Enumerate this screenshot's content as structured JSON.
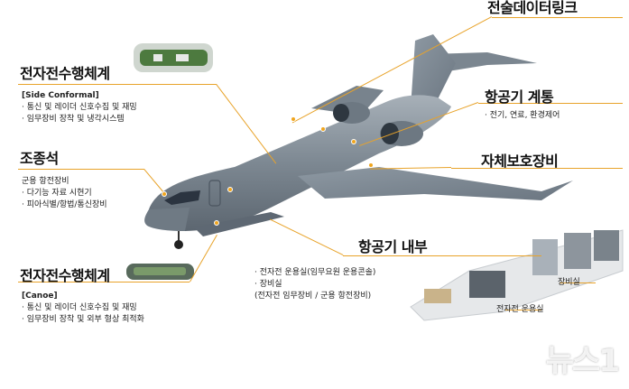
{
  "labels": {
    "datalink": "전술데이터링크",
    "ew_top": "전자전수행체계",
    "avionics": "항공기 계통",
    "cockpit": "조종석",
    "self_protect": "자체보호장비",
    "interior": "항공기 내부",
    "ew_bottom": "전자전수행체계"
  },
  "ew_top_detail": {
    "title": "[Side Conformal]",
    "line1": "· 통신 및 레이더 신호수집 및 재밍",
    "line2": "· 임무장비 장착 및 냉각시스템"
  },
  "avionics_detail": {
    "line1": "· 전기, 연료, 환경제어"
  },
  "cockpit_detail": {
    "title": "군용 항전장비",
    "line1": "· 다기능 자료 시현기",
    "line2": "· 피아식별/항법/통신장비"
  },
  "ew_bottom_detail": {
    "title": "[Canoe]",
    "line1": "· 통신 및 레이더 신호수집 및 재밍",
    "line2": "· 임무장비 장착 및 외부 형상 최적화"
  },
  "interior_detail": {
    "line1": "· 전자전 운용실(임무요원 운용콘솔)",
    "line2": "· 장비실",
    "line3": "(전자전 임무장비 / 군용 항전장비)"
  },
  "interior_captions": {
    "equipment_room": "장비실",
    "ew_room": "전자전 운용실"
  },
  "watermark": "뉴스1",
  "colors": {
    "accent": "#e8a32a",
    "fuselage": "#7f8a94",
    "text": "#111111"
  }
}
